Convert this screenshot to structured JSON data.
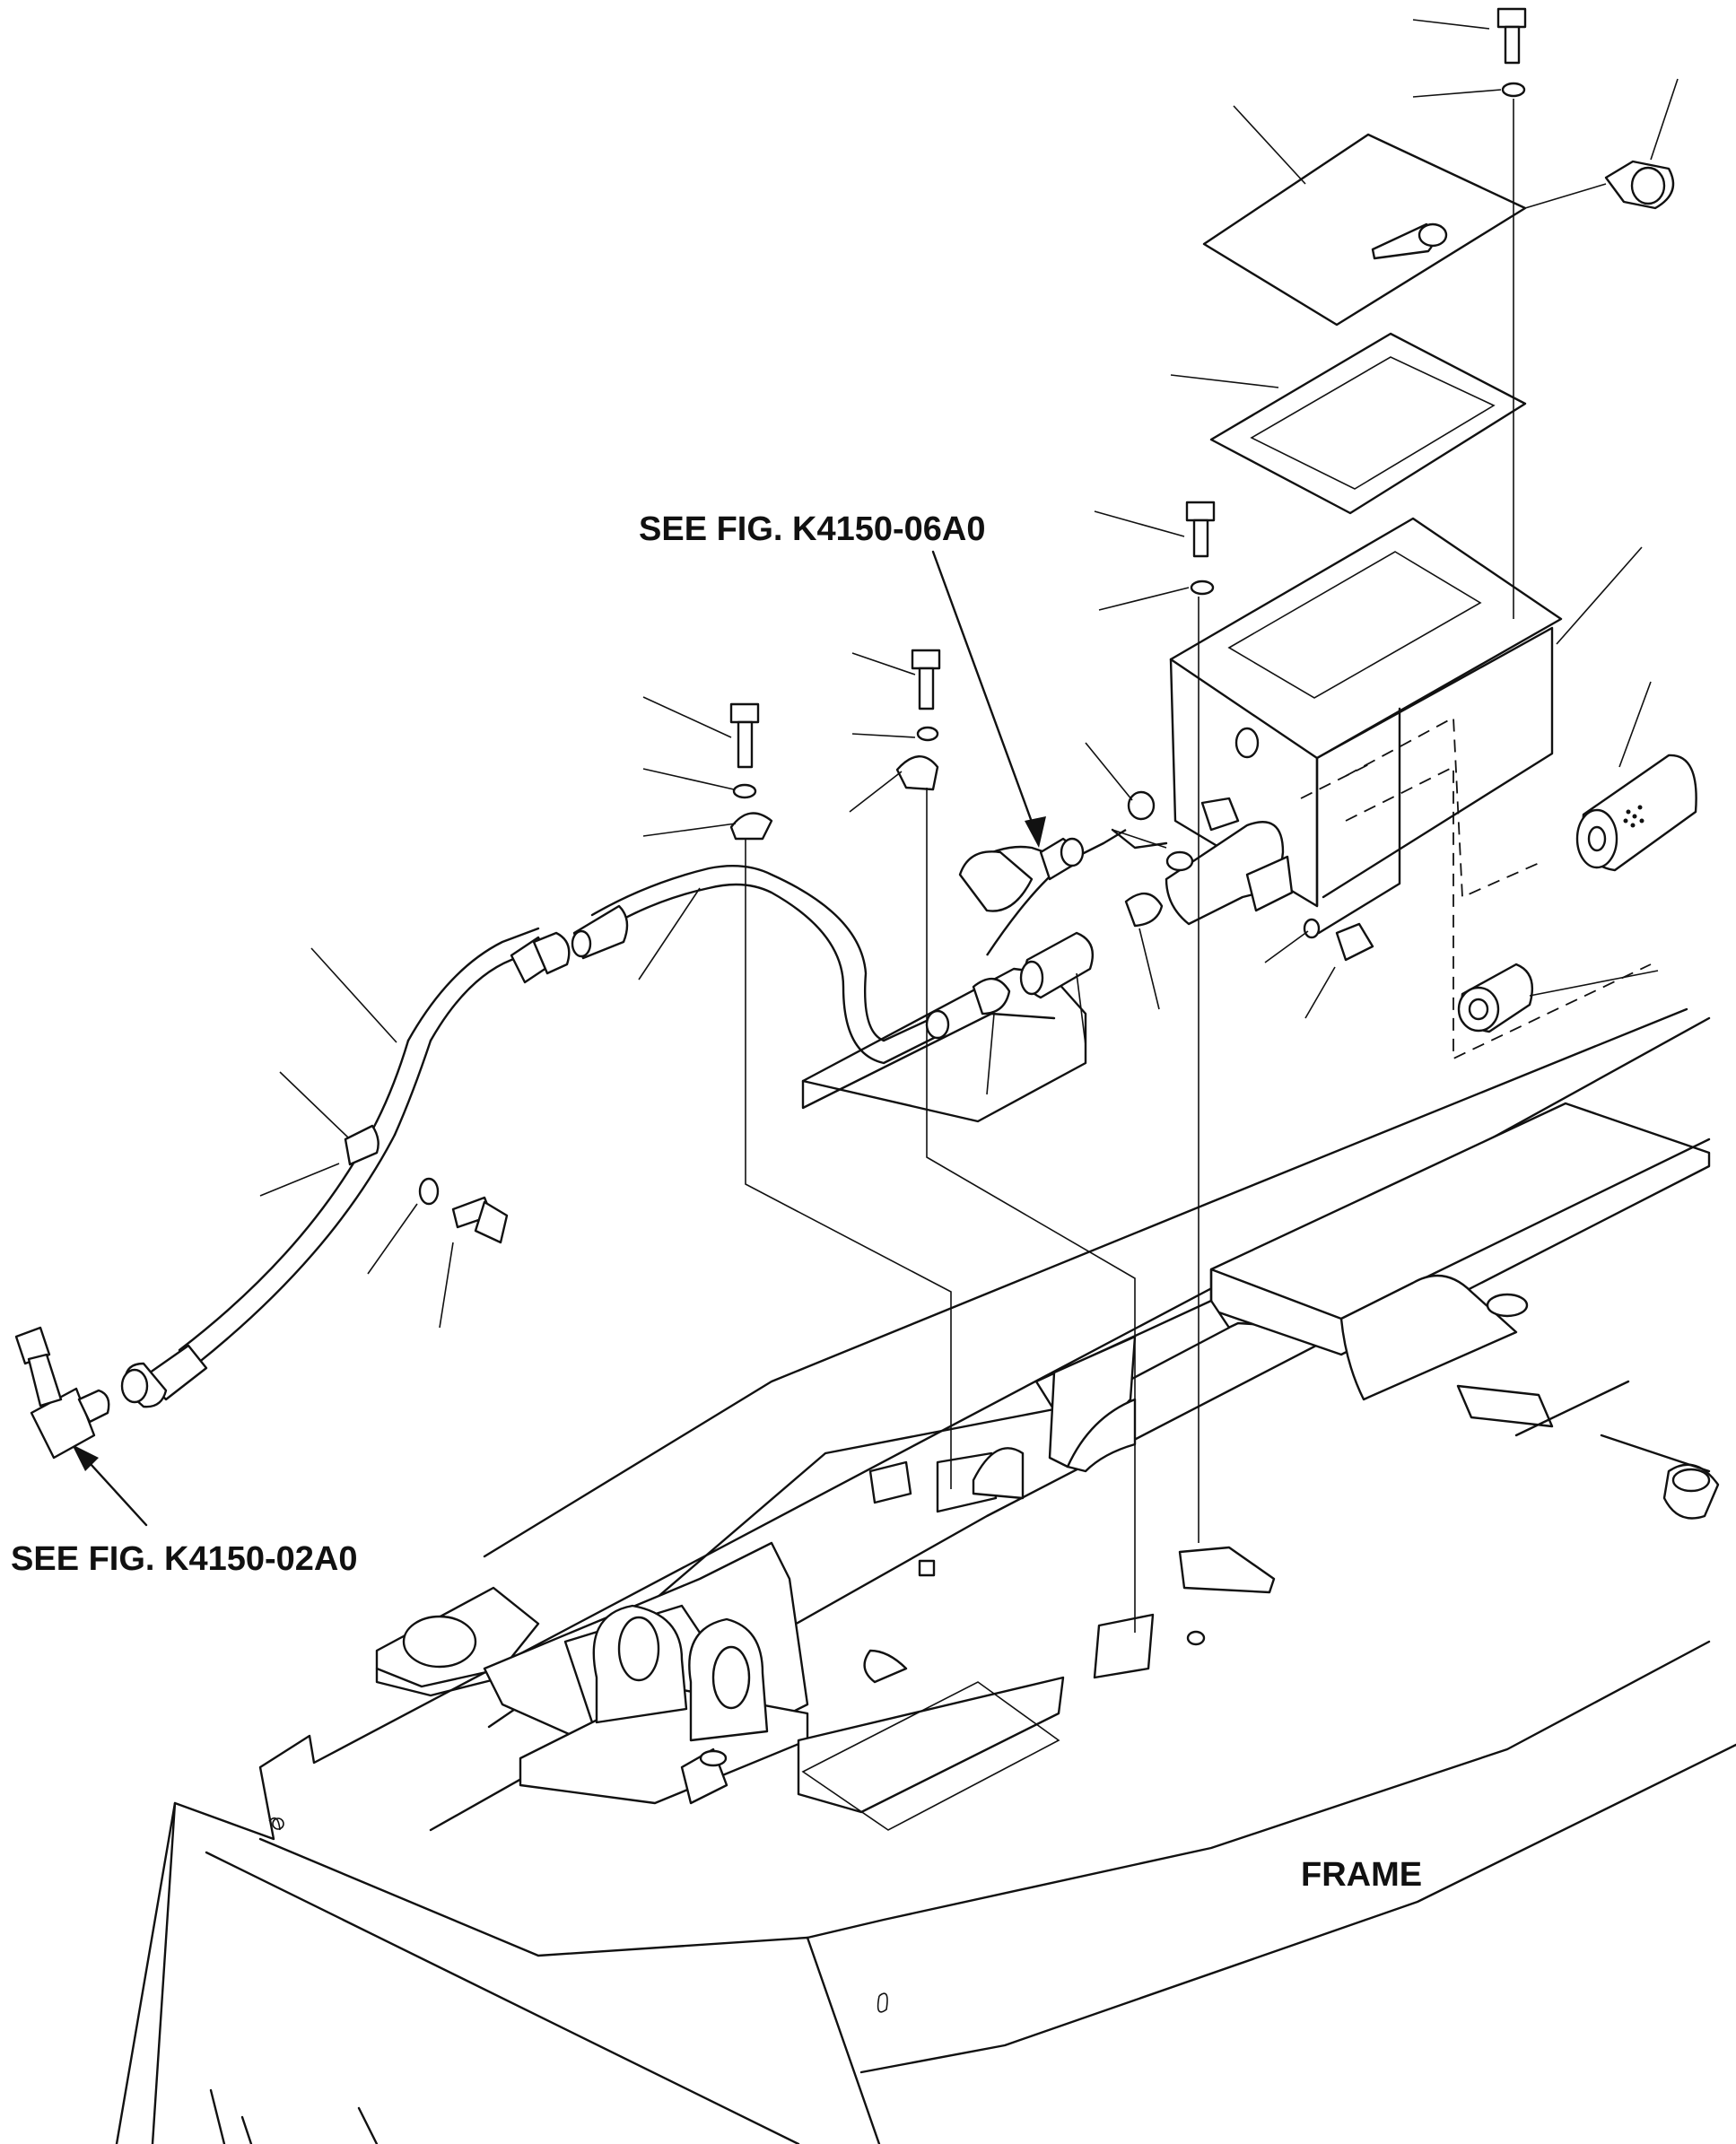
{
  "labels": {
    "see_fig_top": "SEE FIG. K4150-06A0",
    "see_fig_bottom": "SEE FIG. K4150-02A0",
    "frame": "FRAME"
  },
  "colors": {
    "line": "#111111",
    "background": "#ffffff"
  }
}
